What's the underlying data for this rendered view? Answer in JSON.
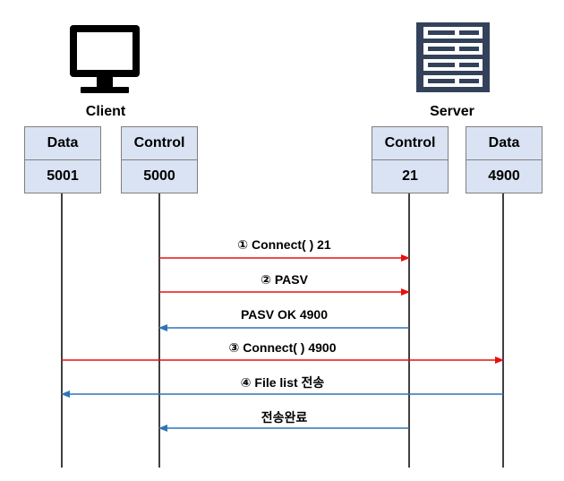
{
  "hosts": {
    "client": {
      "label": "Client",
      "data_box": {
        "title": "Data",
        "port": "5001"
      },
      "control_box": {
        "title": "Control",
        "port": "5000"
      }
    },
    "server": {
      "label": "Server",
      "control_box": {
        "title": "Control",
        "port": "21"
      },
      "data_box": {
        "title": "Data",
        "port": "4900"
      }
    }
  },
  "messages": [
    {
      "label": "① Connect( ) 21",
      "from": "client-control",
      "to": "server-control",
      "color": "#e8100d"
    },
    {
      "label": "② PASV",
      "from": "client-control",
      "to": "server-control",
      "color": "#e8100d"
    },
    {
      "label": "PASV OK 4900",
      "from": "server-control",
      "to": "client-control",
      "color": "#2e75b6"
    },
    {
      "label": "③ Connect( ) 4900",
      "from": "client-data",
      "to": "server-data",
      "color": "#e8100d"
    },
    {
      "label": "④ File list 전송",
      "from": "server-data",
      "to": "client-data",
      "color": "#2e75b6"
    },
    {
      "label": "전송완료",
      "from": "server-control",
      "to": "client-control",
      "color": "#2e75b6"
    }
  ],
  "colors": {
    "request": "#e8100d",
    "response": "#2e75b6",
    "box_fill": "#dae3f3",
    "icon": "#000000"
  },
  "icons": {
    "client": "monitor-icon",
    "server": "server-rack-icon"
  }
}
